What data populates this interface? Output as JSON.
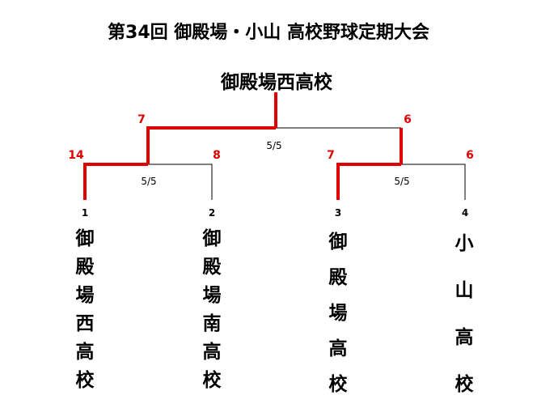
{
  "title": "第34回 御殿場・小山 高校野球定期大会",
  "champion": "御殿場西高校",
  "final": {
    "date": "5/5",
    "left_score": "7",
    "right_score": "6"
  },
  "semifinals": [
    {
      "date": "5/5",
      "top_score": "14",
      "bottom_score": "8"
    },
    {
      "date": "5/5",
      "top_score": "7",
      "bottom_score": "6"
    }
  ],
  "teams": [
    {
      "seed": "1",
      "chars": [
        "御",
        "殿",
        "場",
        "西",
        "高",
        "校"
      ]
    },
    {
      "seed": "2",
      "chars": [
        "御",
        "殿",
        "場",
        "南",
        "高",
        "校"
      ]
    },
    {
      "seed": "3",
      "chars": [
        "御",
        "殿",
        "場",
        "高",
        "校"
      ]
    },
    {
      "seed": "4",
      "chars": [
        "小",
        "山",
        "高",
        "校"
      ]
    }
  ],
  "colors": {
    "winner_line": "#e00000",
    "loser_line": "#000000"
  }
}
